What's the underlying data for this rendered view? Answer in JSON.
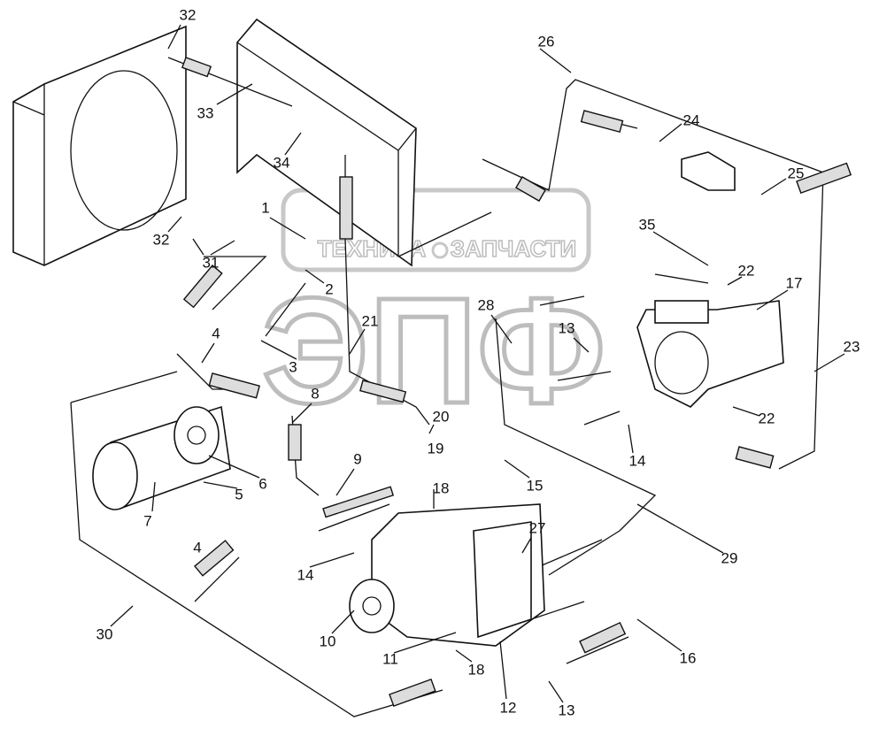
{
  "watermark": {
    "line1": "ТЕХНИКА",
    "line2": "ЗАПЧАСТИ",
    "logo": "ЭПФ"
  },
  "callouts": [
    "32",
    "33",
    "34",
    "1",
    "32",
    "31",
    "2",
    "26",
    "24",
    "25",
    "35",
    "22",
    "17",
    "28",
    "21",
    "13",
    "4",
    "3",
    "23",
    "8",
    "20",
    "22",
    "19",
    "9",
    "14",
    "6",
    "18",
    "15",
    "5",
    "7",
    "27",
    "4",
    "29",
    "14",
    "10",
    "11",
    "16",
    "30",
    "18",
    "12",
    "13"
  ]
}
